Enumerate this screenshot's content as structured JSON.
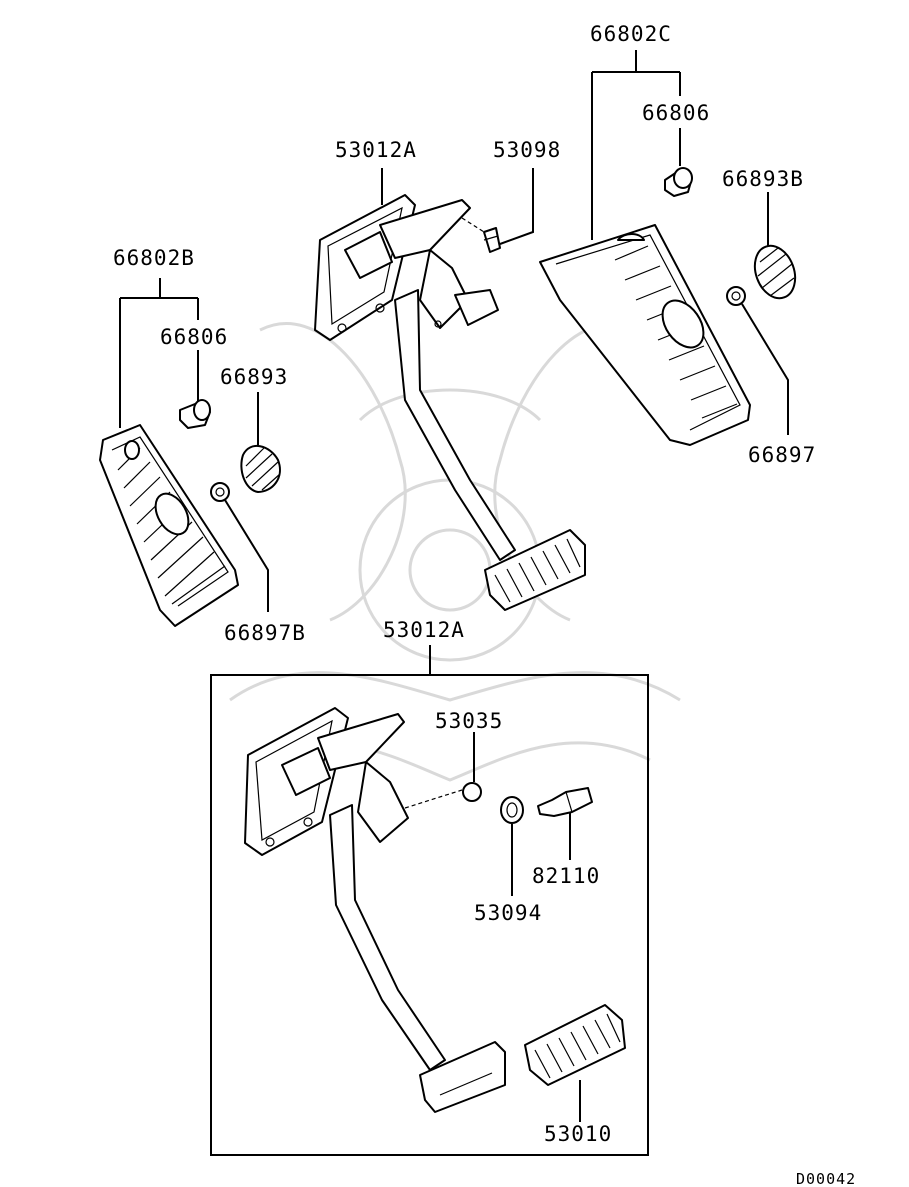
{
  "diagram_code": "D00042",
  "labels": {
    "pedal_assy_top": "53012A",
    "bolt": "53098",
    "pad_assy_right": "66802C",
    "clip_right": "66806",
    "pad_right": "66893B",
    "nut_right": "66897",
    "pad_assy_left": "66802B",
    "clip_left": "66806",
    "pad_left": "66893",
    "nut_left": "66897B",
    "pedal_assy_box": "53012A",
    "bushing": "53035",
    "stopper": "53094",
    "switch": "82110",
    "pedal_pad": "53010"
  }
}
